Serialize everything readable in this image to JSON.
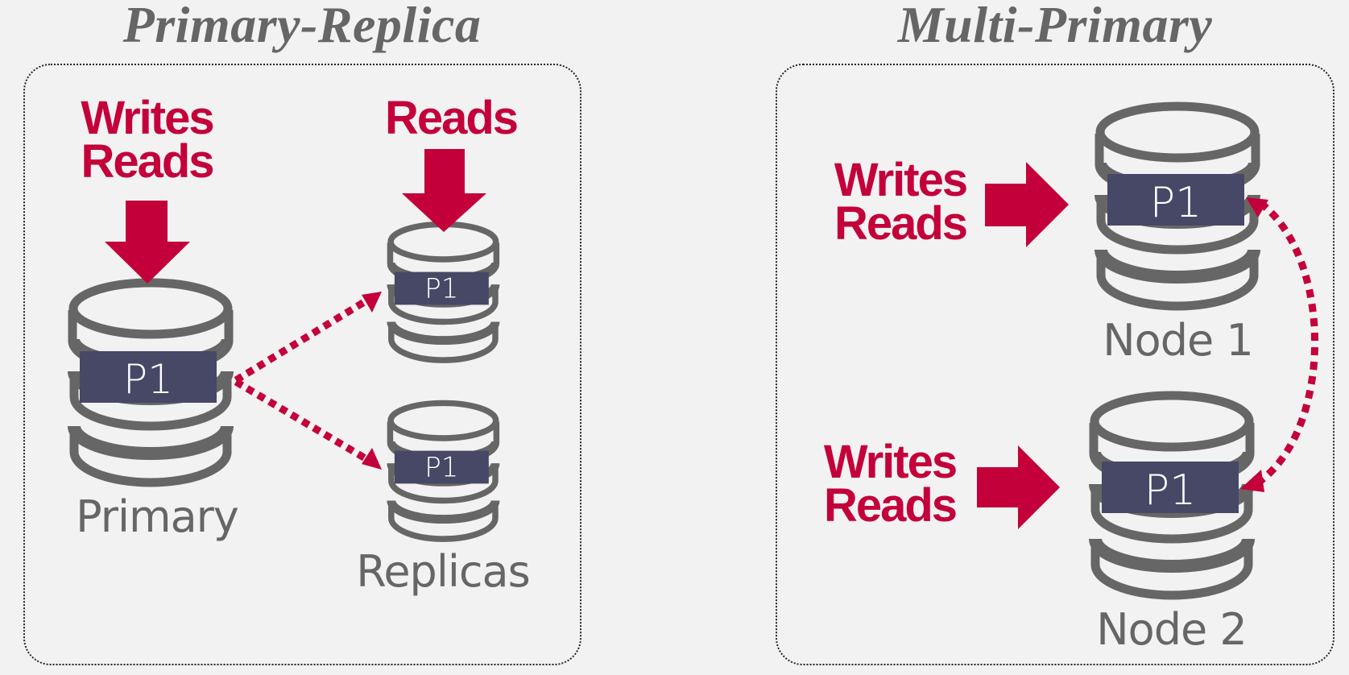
{
  "colors": {
    "background": "#f2f2f2",
    "accent_red": "#c4003a",
    "db_gray": "#666666",
    "partition_fill": "#464866",
    "title_gray": "#666666"
  },
  "panels": [
    {
      "title": "Primary-Replica",
      "labels": {
        "primary_traffic": [
          "Writes",
          "Reads"
        ],
        "replica_traffic": [
          "Reads"
        ],
        "primary_node": "Primary",
        "replica_nodes": "Replicas"
      },
      "databases": [
        {
          "role": "primary",
          "partition": "P1"
        },
        {
          "role": "replica",
          "partition": "P1"
        },
        {
          "role": "replica",
          "partition": "P1"
        }
      ],
      "replication": "primary-to-replicas (one-way, dotted arrows)"
    },
    {
      "title": "Multi-Primary",
      "labels": {
        "node1_traffic": [
          "Writes",
          "Reads"
        ],
        "node2_traffic": [
          "Writes",
          "Reads"
        ],
        "node1": "Node 1",
        "node2": "Node 2"
      },
      "databases": [
        {
          "role": "node1",
          "partition": "P1"
        },
        {
          "role": "node2",
          "partition": "P1"
        }
      ],
      "replication": "bidirectional between nodes (dotted double arrow)"
    }
  ]
}
